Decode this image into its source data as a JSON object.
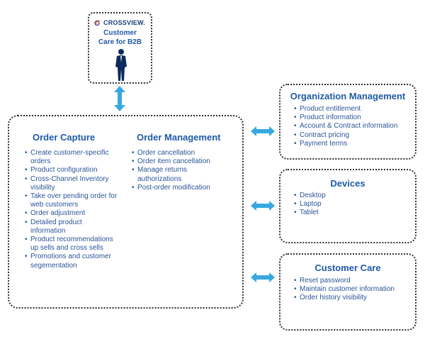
{
  "logo_card": {
    "brand": "CROSSVIEW.",
    "title_line1": "Customer",
    "title_line2": "Care for B2B"
  },
  "main": {
    "order_capture": {
      "heading": "Order Capture",
      "items": [
        "Create customer-specific",
        "orders",
        "Product configuration",
        "Cross-Channel Inventory",
        "visibility",
        "Take over pending order for",
        "web customers",
        "Order adjustment",
        "Detailed product",
        "information",
        "Product recommendations",
        "up sells and cross sells",
        "Promotions and customer",
        "segementation"
      ]
    },
    "order_management": {
      "heading": "Order Management",
      "items": [
        "Order cancellation",
        "Order item cancellation",
        "Manage returns",
        "authorizations",
        "Post-order modification"
      ]
    }
  },
  "organization_management": {
    "heading": "Organization Management",
    "items": [
      "Product entitlement",
      "Product information",
      "Account & Contract information",
      "Contract pricing",
      "Payment terms"
    ]
  },
  "devices": {
    "heading": "Devices",
    "items": [
      "Desktop",
      "Laptop",
      "Tablet"
    ]
  },
  "customer_care": {
    "heading": "Customer Care",
    "items": [
      "Reset password",
      "Maintain customer information",
      "Order history visibility"
    ]
  },
  "colors": {
    "heading_blue": "#1f5aa8",
    "text_blue": "#2a5599",
    "arrow_blue": "#37a8df",
    "border": "#2f2f2f",
    "logo_orange": "#f29a1f",
    "figure_navy": "#0d2a5c"
  }
}
